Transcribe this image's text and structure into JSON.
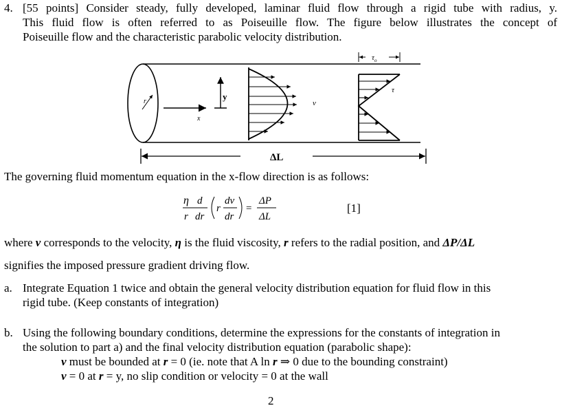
{
  "problem": {
    "number": "4.",
    "intro_line1": "[55 points]  Consider steady, fully developed, laminar fluid flow through a rigid tube with radius, y.",
    "intro_line2": "This fluid flow is often referred to as Poiseuille flow.  The figure below illustrates the concept of",
    "intro_line3": "Poiseuille flow and the characteristic parabolic velocity distribution."
  },
  "figure": {
    "r_label": "r",
    "x_label": "x",
    "y_label": "y",
    "v_label": "v",
    "tau_label": "τ",
    "tau0_label": "τ",
    "tau0_sub": "o",
    "dL_label": "ΔL"
  },
  "equation": {
    "intro": "The governing fluid momentum equation in the x-flow direction is as follows:",
    "eta": "η",
    "d": "d",
    "r_den": "r",
    "dr_den": "dr",
    "r_mid": "r",
    "dv": "dv",
    "dr": "dr",
    "equals": "=",
    "dP": "ΔP",
    "dL": "ΔL",
    "number": "[1]"
  },
  "where": {
    "p1": "where ",
    "v": "v",
    "p2": " corresponds to the velocity, ",
    "eta": "η",
    "p3": " is the fluid viscosity, ",
    "r": "r",
    "p4": " refers to the radial position, and ",
    "dpdl": "ΔP/ΔL",
    "line2": "signifies the imposed pressure gradient driving flow."
  },
  "part_a": {
    "label": "a.",
    "line1": "Integrate Equation 1 twice and obtain the general velocity distribution equation for fluid flow in this",
    "line2": "rigid tube. (Keep constants of integration)"
  },
  "part_b": {
    "label": "b.",
    "line1": "Using the following boundary conditions, determine the expressions for the constants of integration in",
    "line2": "the solution to part a) and the final velocity distribution equation (parabolic shape):",
    "bc1_v": "v",
    "bc1_a": " must be bounded at ",
    "bc1_r": "r",
    "bc1_b": " = 0 (ie. note that A ln ",
    "bc1_r2": "r",
    "bc1_c": " ⇒ 0 due to the bounding constraint)",
    "bc2_v": "v",
    "bc2_a": " = 0 at ",
    "bc2_r": "r",
    "bc2_b": " = y, no slip condition or velocity = 0 at the wall"
  },
  "page_number": "2"
}
